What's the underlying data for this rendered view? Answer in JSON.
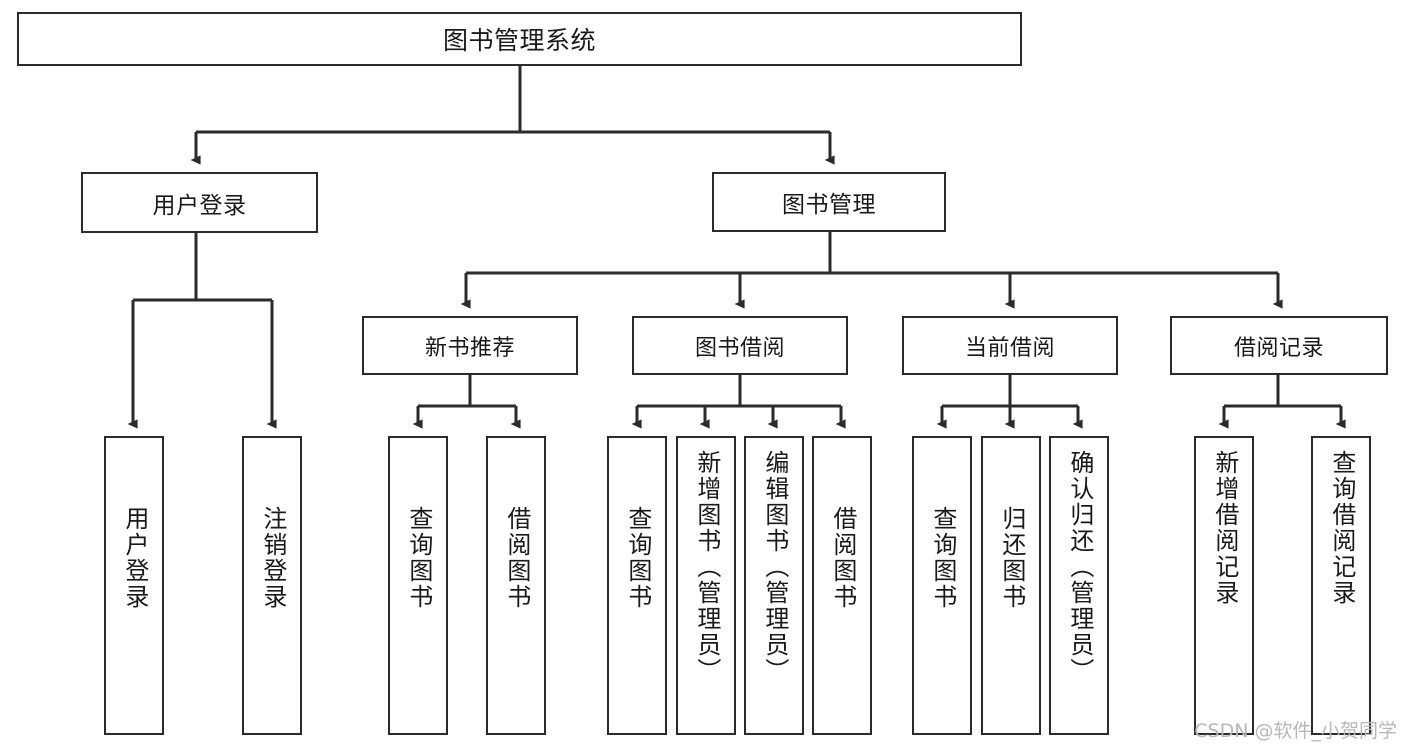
{
  "diagram": {
    "title": "图书管理系统",
    "type": "tree-hierarchy",
    "watermark": "CSDN @软件_小贺同学",
    "colors": {
      "stroke": "#2b2b2b",
      "fill": "#ffffff",
      "text": "#1a1a1a",
      "watermark": "#b8b8b8"
    },
    "nodes": {
      "root": {
        "label": "图书管理系统"
      },
      "user_login": {
        "label": "用户登录"
      },
      "book_manage": {
        "label": "图书管理"
      },
      "new_book_rec": {
        "label": "新书推荐"
      },
      "book_borrow": {
        "label": "图书借阅"
      },
      "current_borrow": {
        "label": "当前借阅"
      },
      "borrow_record": {
        "label": "借阅记录"
      }
    },
    "leaves": {
      "user_login_1": {
        "label": "用户登录"
      },
      "user_login_2": {
        "label": "注销登录"
      },
      "new_book_rec_1": {
        "label": "查询图书"
      },
      "new_book_rec_2": {
        "label": "借阅图书"
      },
      "book_borrow_1": {
        "label": "查询图书"
      },
      "book_borrow_2": {
        "label": "新增图书（管理员）"
      },
      "book_borrow_3": {
        "label": "编辑图书（管理员）"
      },
      "book_borrow_4": {
        "label": "借阅图书"
      },
      "current_borrow_1": {
        "label": "查询图书"
      },
      "current_borrow_2": {
        "label": "归还图书"
      },
      "current_borrow_3": {
        "label": "确认归还（管理员）"
      },
      "borrow_record_1": {
        "label": "新增借阅记录"
      },
      "borrow_record_2": {
        "label": "查询借阅记录"
      }
    },
    "edges": [
      {
        "from": "root",
        "to": "user_login"
      },
      {
        "from": "root",
        "to": "book_manage"
      },
      {
        "from": "user_login",
        "to": "user_login_1"
      },
      {
        "from": "user_login",
        "to": "user_login_2"
      },
      {
        "from": "book_manage",
        "to": "new_book_rec"
      },
      {
        "from": "book_manage",
        "to": "book_borrow"
      },
      {
        "from": "book_manage",
        "to": "current_borrow"
      },
      {
        "from": "book_manage",
        "to": "borrow_record"
      },
      {
        "from": "new_book_rec",
        "to": "new_book_rec_1"
      },
      {
        "from": "new_book_rec",
        "to": "new_book_rec_2"
      },
      {
        "from": "book_borrow",
        "to": "book_borrow_1"
      },
      {
        "from": "book_borrow",
        "to": "book_borrow_2"
      },
      {
        "from": "book_borrow",
        "to": "book_borrow_3"
      },
      {
        "from": "book_borrow",
        "to": "book_borrow_4"
      },
      {
        "from": "current_borrow",
        "to": "current_borrow_1"
      },
      {
        "from": "current_borrow",
        "to": "current_borrow_2"
      },
      {
        "from": "current_borrow",
        "to": "current_borrow_3"
      },
      {
        "from": "borrow_record",
        "to": "borrow_record_1"
      },
      {
        "from": "borrow_record",
        "to": "borrow_record_2"
      }
    ]
  }
}
